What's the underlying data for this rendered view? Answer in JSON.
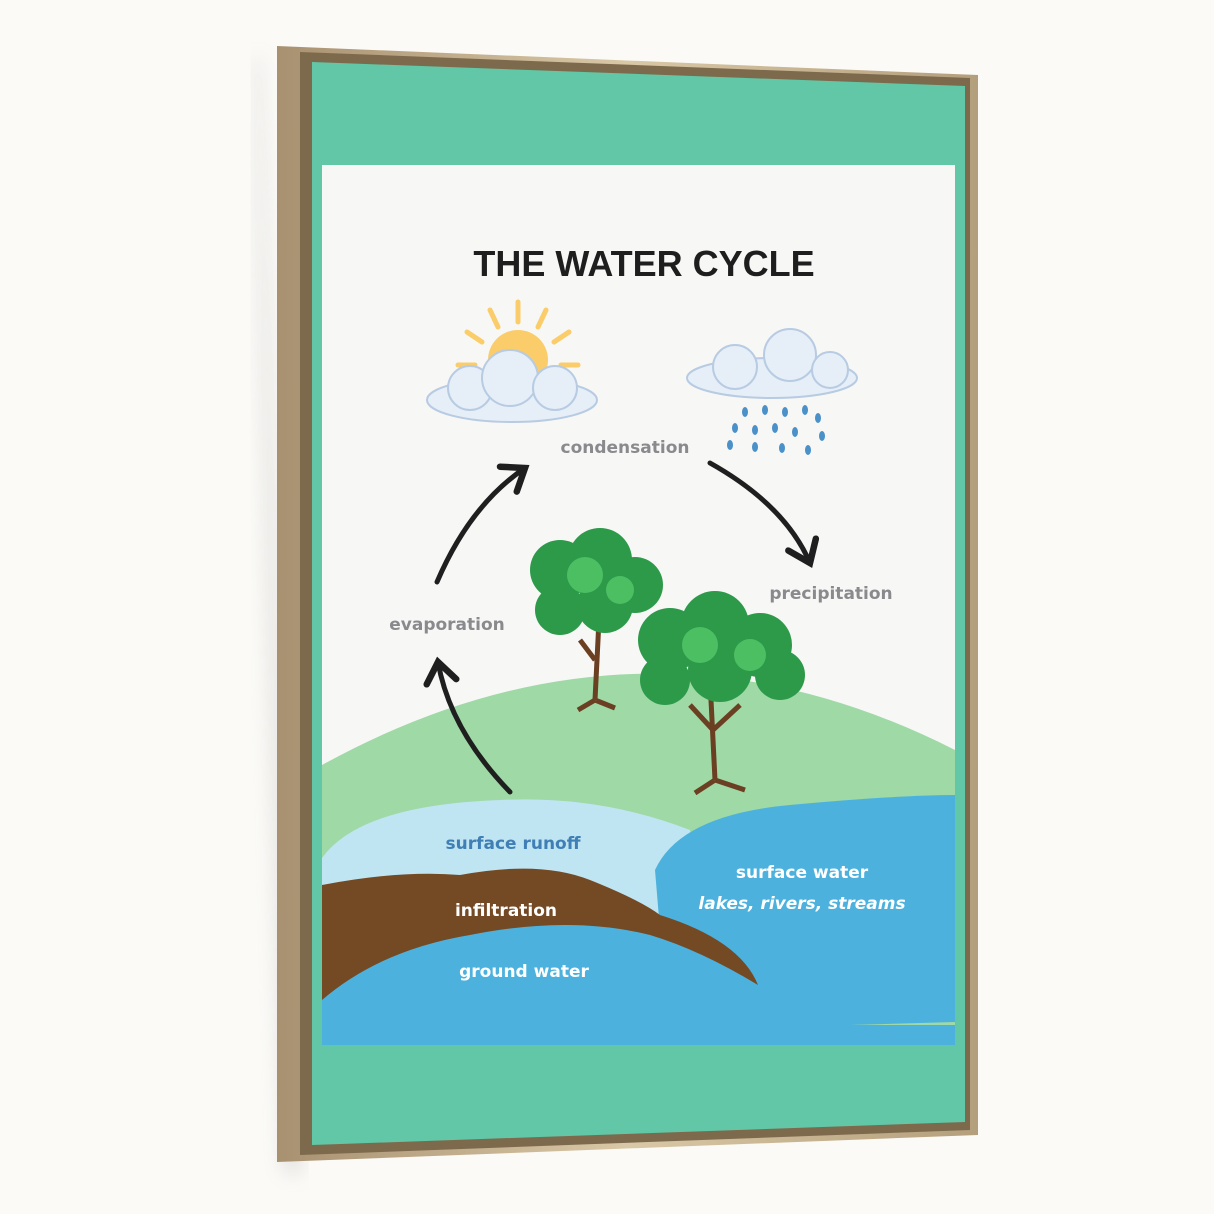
{
  "poster": {
    "title": "THE WATER CYCLE",
    "labels": {
      "condensation": "condensation",
      "precipitation": "precipitation",
      "evaporation": "evaporation",
      "surface_runoff": "surface runoff",
      "infiltration": "infiltration",
      "ground_water": "ground water",
      "surface_water": "surface water",
      "surface_water_examples": "lakes, rivers, streams"
    }
  },
  "colors": {
    "background_green": "#62c7a6",
    "hill_green": "#9ed9a6",
    "soil_brown": "#744a25",
    "water_blue": "#4cb2dd",
    "runoff_light_blue": "#bfe4f2",
    "sun_yellow": "#fbcc6a",
    "label_gray": "#8a8a8e",
    "frame_gold": "#c9b593"
  }
}
